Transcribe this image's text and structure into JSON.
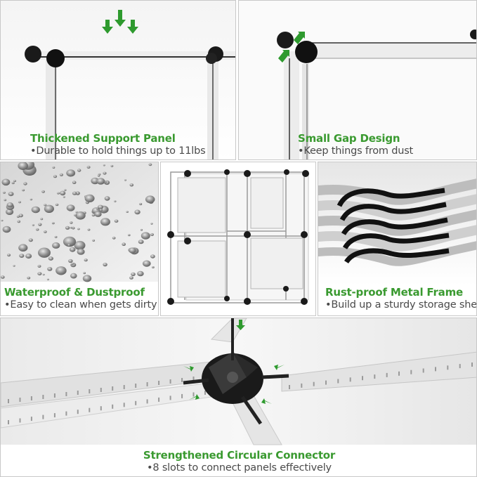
{
  "panels": [
    {
      "title": "Thickened Support Panel",
      "subtitle": "•Durable to hold things up to 11lbs",
      "icons": [
        "arrow-down-icon",
        "arrow-down-icon",
        "arrow-down-icon"
      ]
    },
    {
      "title": "Small Gap Design",
      "subtitle": "•Keep things from dust",
      "icons": [
        "arrow-icon",
        "arrow-icon"
      ]
    },
    {
      "title": "Waterproof & Dustproof",
      "subtitle": "•Easy to clean when gets dirty"
    },
    {
      "title": "Rust-proof Metal Frame",
      "subtitle": "•Build up a sturdy storage shelf"
    },
    {
      "title": "Strengthened Circular Connector",
      "subtitle": "•8 slots to connect panels effectively",
      "icons": [
        "arrow-icon",
        "arrow-icon",
        "arrow-icon",
        "arrow-icon",
        "arrow-icon"
      ]
    }
  ],
  "colors": {
    "accent_green": "#3a9a30",
    "arrow_green": "#2e9a2e",
    "text_gray": "#4a4a4a",
    "connector_black": "#1a1a1a"
  }
}
